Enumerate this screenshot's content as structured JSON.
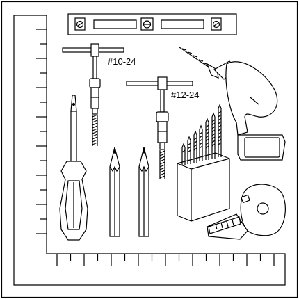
{
  "labels": {
    "tap_small": "#10-24",
    "tap_large": "#12-24"
  },
  "tools": [
    "spirit-level",
    "tap-wrench-10-24",
    "tap-wrench-12-24",
    "screwdriver",
    "pencil",
    "carpenter-pencil",
    "cordless-drill",
    "drill-bit-set",
    "tape-measure"
  ],
  "ruler": {
    "left_ticks": 15,
    "bottom_ticks": 17
  },
  "colors": {
    "stroke": "#000000",
    "background": "#ffffff",
    "fill_light": "#f2f2f2"
  }
}
